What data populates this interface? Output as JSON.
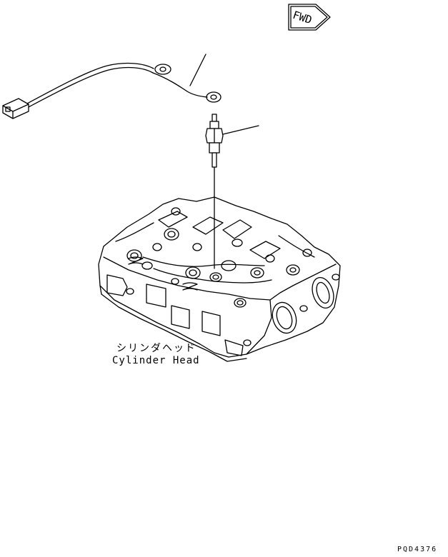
{
  "fwd_arrow": {
    "label": "FWD"
  },
  "part_labels": {
    "jp": "シリンダヘッド",
    "en": "Cylinder Head"
  },
  "drawing_code": "PQD4376"
}
